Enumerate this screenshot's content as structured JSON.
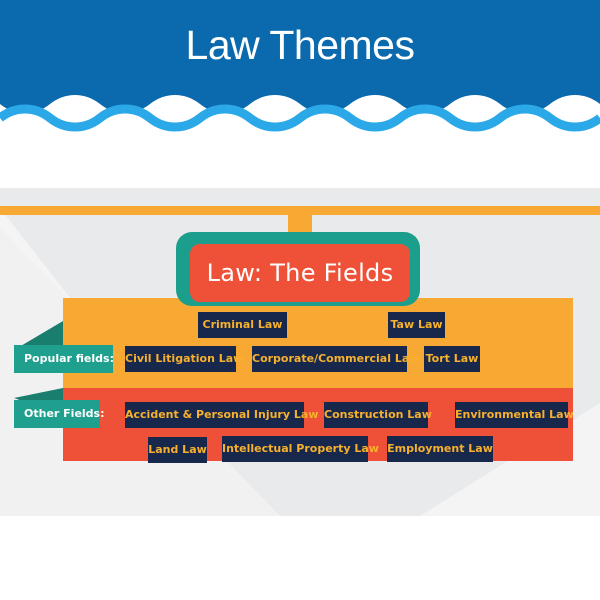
{
  "header": {
    "title": "Law Themes",
    "colors": {
      "banner": "#0b6aad",
      "wave": "#2aa8e8"
    }
  },
  "diagram": {
    "main_title": "Law: The Fields",
    "popular": {
      "tab_label": "Popular fields:",
      "fields": [
        "Criminal Law",
        "Taw Law",
        "Civil Litigation Law",
        "Corporate/Commercial Law",
        "Tort Law"
      ]
    },
    "other": {
      "tab_label": "Other Fields:",
      "fields": [
        "Accident & Personal Injury Law",
        "Construction Law",
        "Environmental Law",
        "Land Law",
        "Intellectual Property Law",
        "Employment Law"
      ]
    },
    "colors": {
      "popular_band": "#f7a934",
      "other_band": "#ef5138",
      "tab": "#1fa08e",
      "title_frame": "#1b9e8c",
      "title_fill": "#ef5138",
      "field_box": "#17284c",
      "field_text": "#f7b12d"
    }
  }
}
